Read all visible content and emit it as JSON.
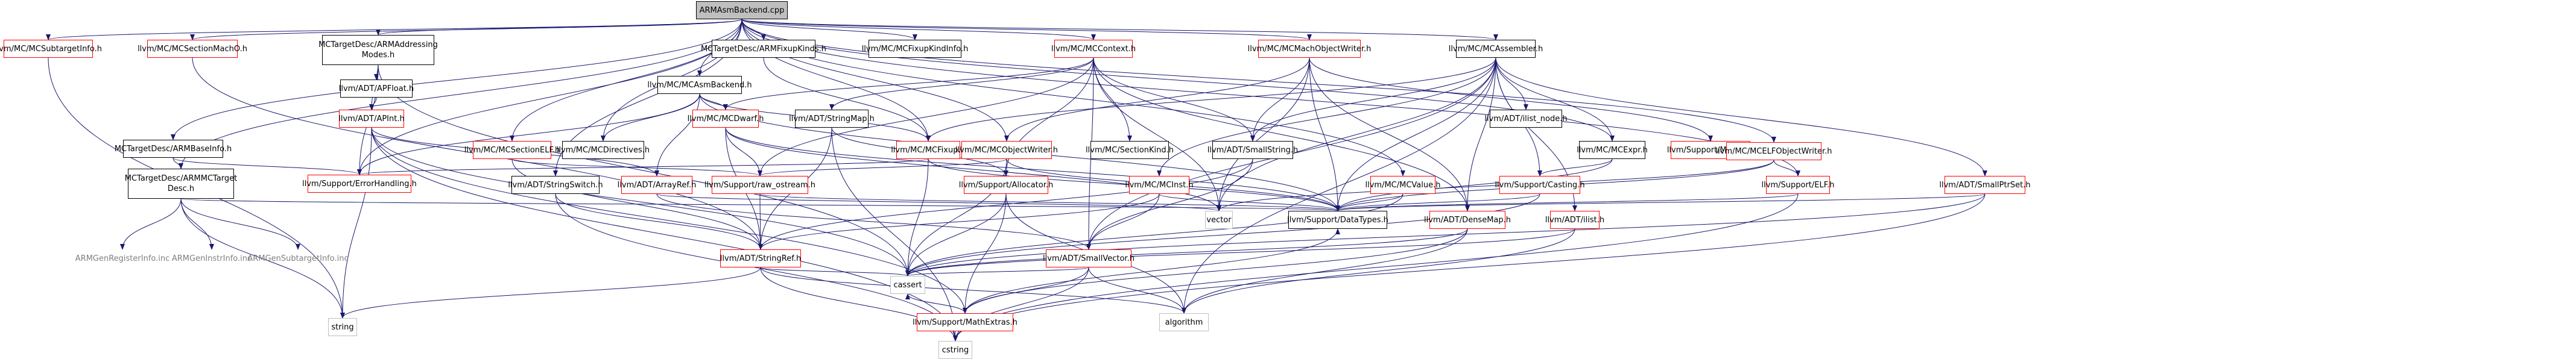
{
  "diagram": {
    "type": "include-dependency-graph",
    "edge_color": "#191970",
    "nodes": [
      {
        "id": "root",
        "label": "ARMAsmBackend.cpp",
        "kind": "root"
      },
      {
        "id": "subtargetinfo",
        "label": "llvm/MC/MCSubtargetInfo.h",
        "kind": "red"
      },
      {
        "id": "sectionmacho",
        "label": "llvm/MC/MCSectionMachO.h",
        "kind": "red"
      },
      {
        "id": "armaddr",
        "label": "MCTargetDesc/ARMAddressing\nModes.h",
        "kind": "black"
      },
      {
        "id": "armfixupkinds",
        "label": "MCTargetDesc/ARMFixupKinds.h",
        "kind": "black"
      },
      {
        "id": "mcfixupkindinfo",
        "label": "llvm/MC/MCFixupKindInfo.h",
        "kind": "black"
      },
      {
        "id": "mccontext",
        "label": "llvm/MC/MCContext.h",
        "kind": "red"
      },
      {
        "id": "machobjwriter",
        "label": "llvm/MC/MCMachObjectWriter.h",
        "kind": "red"
      },
      {
        "id": "mcassembler",
        "label": "llvm/MC/MCAssembler.h",
        "kind": "black"
      },
      {
        "id": "armbaseinfo",
        "label": "MCTargetDesc/ARMBaseInfo.h",
        "kind": "black"
      },
      {
        "id": "apfloat",
        "label": "llvm/ADT/APFloat.h",
        "kind": "black"
      },
      {
        "id": "mcasmbackend",
        "label": "llvm/MC/MCAsmBackend.h",
        "kind": "black"
      },
      {
        "id": "apint",
        "label": "llvm/ADT/APInt.h",
        "kind": "red"
      },
      {
        "id": "sectionelf",
        "label": "llvm/MC/MCSectionELF.h",
        "kind": "red"
      },
      {
        "id": "mcdirectives",
        "label": "llvm/MC/MCDirectives.h",
        "kind": "black"
      },
      {
        "id": "mcdwarf",
        "label": "llvm/MC/MCDwarf.h",
        "kind": "red"
      },
      {
        "id": "stringmap",
        "label": "llvm/ADT/StringMap.h",
        "kind": "black"
      },
      {
        "id": "mcfixup",
        "label": "llvm/MC/MCFixup.h",
        "kind": "red"
      },
      {
        "id": "mcobjwriter",
        "label": "llvm/MC/MCObjectWriter.h",
        "kind": "red"
      },
      {
        "id": "sectionkind",
        "label": "llvm/MC/SectionKind.h",
        "kind": "black"
      },
      {
        "id": "smallstring",
        "label": "llvm/ADT/SmallString.h",
        "kind": "black"
      },
      {
        "id": "ilistnode",
        "label": "llvm/ADT/ilist_node.h",
        "kind": "black"
      },
      {
        "id": "mcexpr",
        "label": "llvm/MC/MCExpr.h",
        "kind": "black"
      },
      {
        "id": "supportmacho",
        "label": "llvm/Support/MachO.h",
        "kind": "red"
      },
      {
        "id": "elfobjwriter",
        "label": "llvm/MC/MCELFObjectWriter.h",
        "kind": "red"
      },
      {
        "id": "armmctargetdesc",
        "label": "MCTargetDesc/ARMMCTarget\nDesc.h",
        "kind": "black"
      },
      {
        "id": "errorhandling",
        "label": "llvm/Support/ErrorHandling.h",
        "kind": "red"
      },
      {
        "id": "stringswitch",
        "label": "llvm/ADT/StringSwitch.h",
        "kind": "black"
      },
      {
        "id": "arrayref",
        "label": "llvm/ADT/ArrayRef.h",
        "kind": "red"
      },
      {
        "id": "rawostream",
        "label": "llvm/Support/raw_ostream.h",
        "kind": "red"
      },
      {
        "id": "allocator",
        "label": "llvm/Support/Allocator.h",
        "kind": "red"
      },
      {
        "id": "mcinst",
        "label": "llvm/MC/MCInst.h",
        "kind": "red"
      },
      {
        "id": "mcvalue",
        "label": "llvm/MC/MCValue.h",
        "kind": "red"
      },
      {
        "id": "casting",
        "label": "llvm/Support/Casting.h",
        "kind": "red"
      },
      {
        "id": "supportelf",
        "label": "llvm/Support/ELF.h",
        "kind": "red"
      },
      {
        "id": "smallptrset",
        "label": "llvm/ADT/SmallPtrSet.h",
        "kind": "red"
      },
      {
        "id": "vector",
        "label": "vector",
        "kind": "gray"
      },
      {
        "id": "datatypes",
        "label": "llvm/Support/DataTypes.h",
        "kind": "black"
      },
      {
        "id": "densemap",
        "label": "llvm/ADT/DenseMap.h",
        "kind": "red"
      },
      {
        "id": "ilist",
        "label": "llvm/ADT/ilist.h",
        "kind": "red"
      },
      {
        "id": "reginfo",
        "label": "ARMGenRegisterInfo.inc",
        "kind": "nolink"
      },
      {
        "id": "instrinfo",
        "label": "ARMGenInstrInfo.inc",
        "kind": "nolink"
      },
      {
        "id": "subtargetinc",
        "label": "ARMGenSubtargetInfo.inc",
        "kind": "nolink"
      },
      {
        "id": "stringref",
        "label": "llvm/ADT/StringRef.h",
        "kind": "red"
      },
      {
        "id": "smallvector",
        "label": "llvm/ADT/SmallVector.h",
        "kind": "red"
      },
      {
        "id": "string",
        "label": "string",
        "kind": "gray"
      },
      {
        "id": "cassert",
        "label": "cassert",
        "kind": "gray"
      },
      {
        "id": "mathextras",
        "label": "llvm/Support/MathExtras.h",
        "kind": "red"
      },
      {
        "id": "algorithm",
        "label": "algorithm",
        "kind": "gray"
      },
      {
        "id": "cstring",
        "label": "cstring",
        "kind": "gray"
      }
    ],
    "edges": [
      [
        "root",
        "subtargetinfo"
      ],
      [
        "root",
        "sectionmacho"
      ],
      [
        "root",
        "armaddr"
      ],
      [
        "root",
        "armfixupkinds"
      ],
      [
        "root",
        "mcfixupkindinfo"
      ],
      [
        "root",
        "mccontext"
      ],
      [
        "root",
        "machobjwriter"
      ],
      [
        "root",
        "mcassembler"
      ],
      [
        "root",
        "armbaseinfo"
      ],
      [
        "root",
        "mcasmbackend"
      ],
      [
        "root",
        "sectionelf"
      ],
      [
        "root",
        "mcdirectives"
      ],
      [
        "root",
        "errorhandling"
      ],
      [
        "root",
        "armmctargetdesc"
      ],
      [
        "root",
        "mcobjwriter"
      ],
      [
        "root",
        "mcexpr"
      ],
      [
        "root",
        "elfobjwriter"
      ],
      [
        "root",
        "supportelf"
      ],
      [
        "root",
        "mcvalue"
      ],
      [
        "root",
        "stringswitch"
      ],
      [
        "root",
        "mcfixup"
      ],
      [
        "subtargetinfo",
        "string"
      ],
      [
        "sectionmacho",
        "stringref"
      ],
      [
        "armaddr",
        "apfloat"
      ],
      [
        "armaddr",
        "apint"
      ],
      [
        "armaddr",
        "errorhandling"
      ],
      [
        "armaddr",
        "cassert"
      ],
      [
        "apfloat",
        "apint"
      ],
      [
        "apint",
        "mathextras"
      ],
      [
        "apint",
        "cstring"
      ],
      [
        "apint",
        "string"
      ],
      [
        "apint",
        "arrayref"
      ],
      [
        "apint",
        "cassert"
      ],
      [
        "armfixupkinds",
        "mcfixup"
      ],
      [
        "mccontext",
        "smallvector"
      ],
      [
        "mccontext",
        "densemap"
      ],
      [
        "mccontext",
        "stringmap"
      ],
      [
        "mccontext",
        "sectionkind"
      ],
      [
        "mccontext",
        "allocator"
      ],
      [
        "mccontext",
        "rawostream"
      ],
      [
        "mccontext",
        "vector"
      ],
      [
        "mccontext",
        "smallstring"
      ],
      [
        "mccontext",
        "mcdwarf"
      ],
      [
        "machobjwriter",
        "mcobjwriter"
      ],
      [
        "machobjwriter",
        "supportmacho"
      ],
      [
        "machobjwriter",
        "vector"
      ],
      [
        "machobjwriter",
        "datatypes"
      ],
      [
        "machobjwriter",
        "densemap"
      ],
      [
        "machobjwriter",
        "smallstring"
      ],
      [
        "mcassembler",
        "densemap"
      ],
      [
        "mcassembler",
        "smallptrset"
      ],
      [
        "mcassembler",
        "smallvector"
      ],
      [
        "mcassembler",
        "ilist"
      ],
      [
        "mcassembler",
        "ilistnode"
      ],
      [
        "mcassembler",
        "casting"
      ],
      [
        "mcassembler",
        "mcfixup"
      ],
      [
        "mcassembler",
        "mcinst"
      ],
      [
        "mcassembler",
        "datatypes"
      ],
      [
        "mcassembler",
        "vector"
      ],
      [
        "mcassembler",
        "smallstring"
      ],
      [
        "mcassembler",
        "mcexpr"
      ],
      [
        "mcassembler",
        "algorithm"
      ],
      [
        "armbaseinfo",
        "armmctargetdesc"
      ],
      [
        "armbaseinfo",
        "errorhandling"
      ],
      [
        "armmctargetdesc",
        "datatypes"
      ],
      [
        "armmctargetdesc",
        "reginfo"
      ],
      [
        "armmctargetdesc",
        "instrinfo"
      ],
      [
        "armmctargetdesc",
        "subtargetinc"
      ],
      [
        "armmctargetdesc",
        "string"
      ],
      [
        "mcasmbackend",
        "arrayref"
      ],
      [
        "mcasmbackend",
        "mcdirectives"
      ],
      [
        "mcasmbackend",
        "mcdwarf"
      ],
      [
        "mcasmbackend",
        "mcfixup"
      ],
      [
        "mcasmbackend",
        "datatypes"
      ],
      [
        "mcasmbackend",
        "errorhandling"
      ],
      [
        "sectionelf",
        "rawostream"
      ],
      [
        "sectionelf",
        "stringref"
      ],
      [
        "mcdwarf",
        "stringref"
      ],
      [
        "mcdwarf",
        "rawostream"
      ],
      [
        "mcdwarf",
        "vector"
      ],
      [
        "mcdwarf",
        "datatypes"
      ],
      [
        "stringmap",
        "stringref"
      ],
      [
        "stringmap",
        "allocator"
      ],
      [
        "stringmap",
        "cstring"
      ],
      [
        "mcfixup",
        "datatypes"
      ],
      [
        "mcfixup",
        "errorhandling"
      ],
      [
        "mcfixup",
        "cassert"
      ],
      [
        "mcobjwriter",
        "rawostream"
      ],
      [
        "mcobjwriter",
        "datatypes"
      ],
      [
        "mcobjwriter",
        "cassert"
      ],
      [
        "smallstring",
        "smallvector"
      ],
      [
        "smallstring",
        "stringref"
      ],
      [
        "mcexpr",
        "casting"
      ],
      [
        "mcexpr",
        "datatypes"
      ],
      [
        "elfobjwriter",
        "supportelf"
      ],
      [
        "elfobjwriter",
        "datatypes"
      ],
      [
        "elfobjwriter",
        "vector"
      ],
      [
        "stringswitch",
        "stringref"
      ],
      [
        "stringswitch",
        "cstring"
      ],
      [
        "arrayref",
        "smallvector"
      ],
      [
        "arrayref",
        "vector"
      ],
      [
        "rawostream",
        "stringref"
      ],
      [
        "rawostream",
        "datatypes"
      ],
      [
        "allocator",
        "mathextras"
      ],
      [
        "allocator",
        "algorithm"
      ],
      [
        "allocator",
        "cassert"
      ],
      [
        "mcinst",
        "stringref"
      ],
      [
        "mcinst",
        "smallvector"
      ],
      [
        "mcinst",
        "datatypes"
      ],
      [
        "mcvalue",
        "datatypes"
      ],
      [
        "mcvalue",
        "cassert"
      ],
      [
        "casting",
        "datatypes"
      ],
      [
        "casting",
        "cassert"
      ],
      [
        "supportelf",
        "datatypes"
      ],
      [
        "supportelf",
        "cstring"
      ],
      [
        "smallptrset",
        "datatypes"
      ],
      [
        "smallptrset",
        "cassert"
      ],
      [
        "smallptrset",
        "cstring"
      ],
      [
        "densemap",
        "mathextras"
      ],
      [
        "densemap",
        "algorithm"
      ],
      [
        "densemap",
        "cassert"
      ],
      [
        "ilist",
        "cassert"
      ],
      [
        "ilist",
        "algorithm"
      ],
      [
        "stringref",
        "string"
      ],
      [
        "stringref",
        "cassert"
      ],
      [
        "stringref",
        "cstring"
      ],
      [
        "stringref",
        "algorithm"
      ],
      [
        "smallvector",
        "cassert"
      ],
      [
        "smallvector",
        "mathextras"
      ],
      [
        "smallvector",
        "cstring"
      ],
      [
        "smallvector",
        "algorithm"
      ],
      [
        "mathextras",
        "cassert"
      ],
      [
        "mathextras",
        "datatypes"
      ]
    ]
  }
}
